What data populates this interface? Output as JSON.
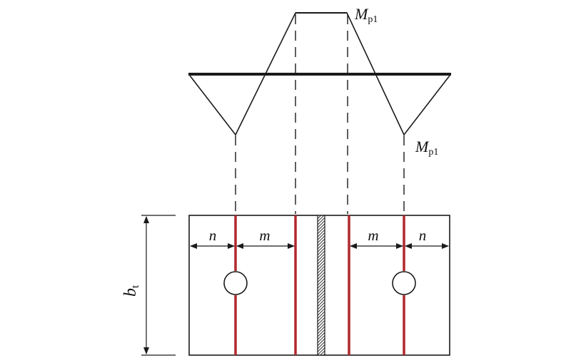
{
  "diagram": {
    "labels": {
      "moment_top": {
        "main": "M",
        "sub": "p1"
      },
      "moment_bottom": {
        "main": "M",
        "sub": "p1"
      },
      "width": {
        "main": "b",
        "sub": "t"
      },
      "dim_left_n": "n",
      "dim_left_m": "m",
      "dim_right_m": "m",
      "dim_right_n": "n"
    },
    "colors": {
      "line": "#1a1a1a",
      "bolt_line": "#b0282d",
      "web_hatch": "#333333"
    }
  }
}
